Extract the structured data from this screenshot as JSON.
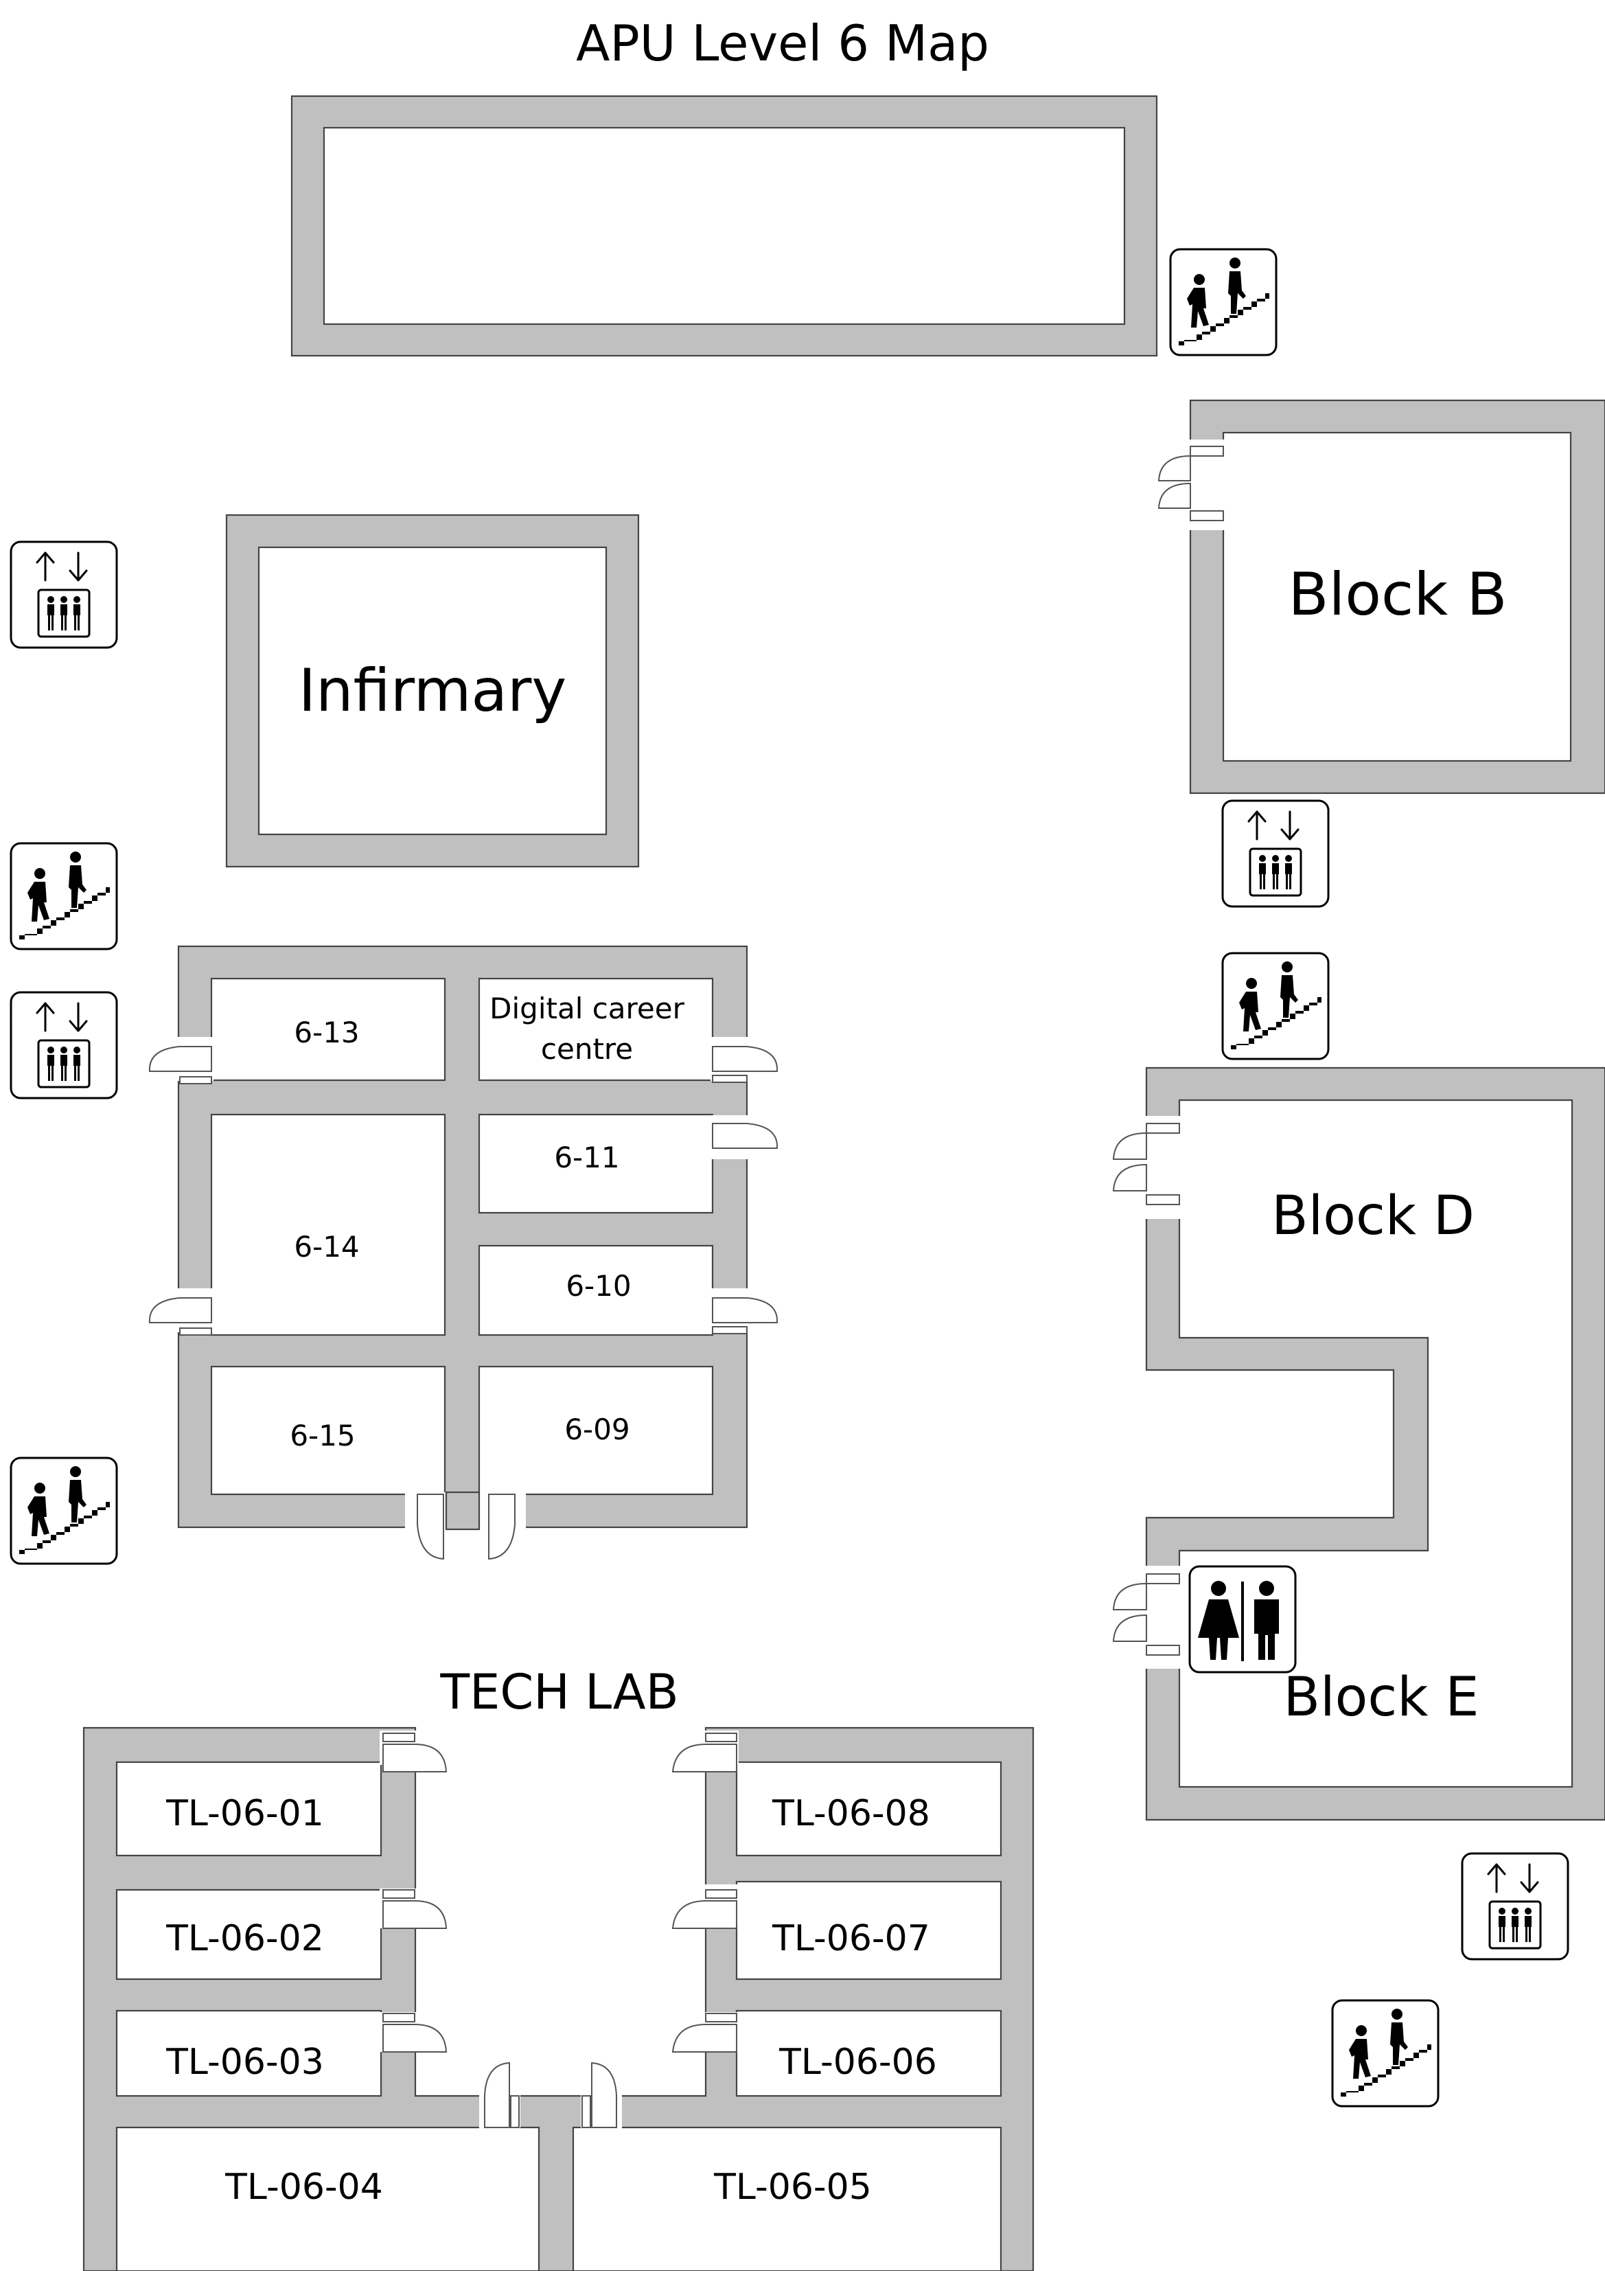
{
  "map": {
    "title": "APU Level 6 Map",
    "buildings": {
      "infirmary": "Infirmary",
      "block_b": "Block B",
      "block_d": "Block D",
      "block_e": "Block E"
    },
    "rooms": {
      "r613": "6-13",
      "career": [
        "Digital career",
        "centre"
      ],
      "r611": "6-11",
      "r614": "6-14",
      "r610": "6-10",
      "r615": "6-15",
      "r609": "6-09"
    },
    "tech_lab": {
      "title": "TECH LAB",
      "rooms": [
        "TL-06-01",
        "TL-06-02",
        "TL-06-03",
        "TL-06-04",
        "TL-06-05",
        "TL-06-06",
        "TL-06-07",
        "TL-06-08"
      ]
    },
    "icons": {
      "stairs": "stairs-icon",
      "lift": "lift-icon",
      "toilet": "toilet-icon"
    },
    "colors": {
      "wall": "#c0c0c0",
      "floor": "#ffffff",
      "outline": "#444444",
      "icon": "#000000"
    }
  }
}
